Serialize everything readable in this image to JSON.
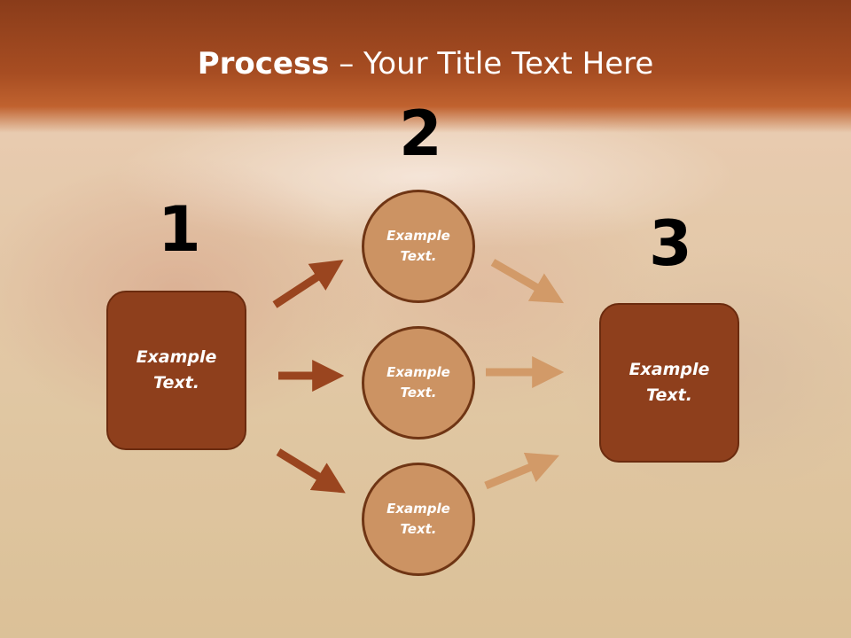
{
  "slide": {
    "title_bold": "Process",
    "title_rest": " – Your Title Text Here"
  },
  "steps": {
    "one": "1",
    "two": "2",
    "three": "3"
  },
  "boxes": {
    "left": "Example Text.",
    "right": "Example Text."
  },
  "circles": [
    {
      "label": "Example Text."
    },
    {
      "label": "Example Text."
    },
    {
      "label": "Example Text."
    }
  ],
  "colors": {
    "box_fill": "#8e3f1c",
    "circle_fill": "#cc9363",
    "arrow_dark": "#9a451f",
    "arrow_light": "#d29a68",
    "header": "#a74d22"
  }
}
